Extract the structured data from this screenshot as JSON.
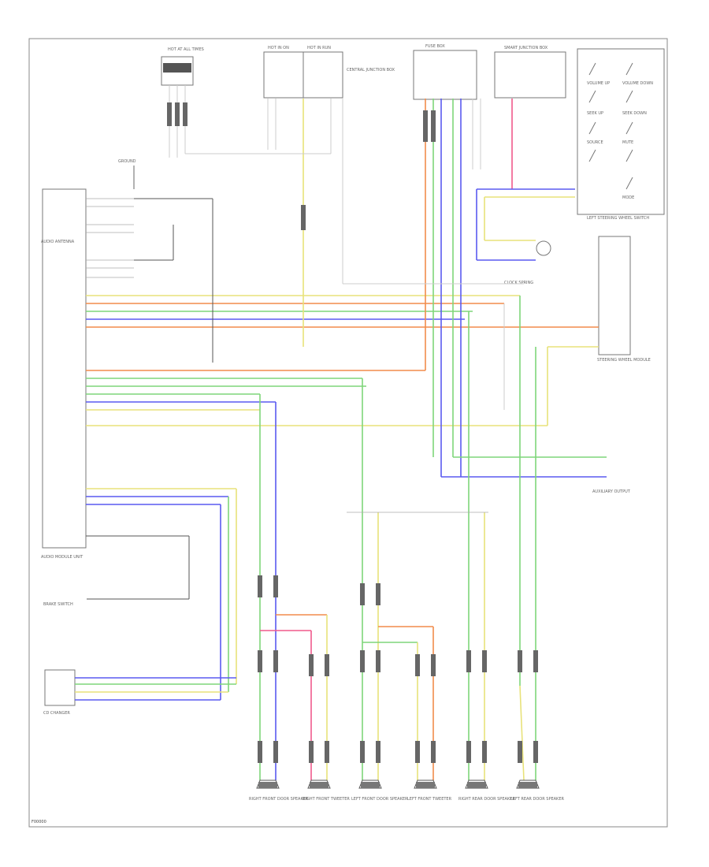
{
  "diagram": {
    "footer_code": "F00000",
    "components": {
      "audio_unit": "AUDIO MODULE UNIT",
      "audio_antenna": "AUDIO ANTENNA",
      "steering_module": "STEERING WHEEL MODULE",
      "auxiliary": "AUXILIARY OUTPUT",
      "clock_spring": "CLOCK SPRING",
      "switch_module": "LEFT STEERING WHEEL SWITCH",
      "brake_sensor": "BRAKE SWITCH",
      "cd_player": "CD CHANGER",
      "ground": "GROUND"
    },
    "top_connectors": [
      "HOT AT ALL TIMES",
      "HOT IN ON",
      "HOT IN RUN",
      "FUSE BOX",
      "CENTRAL JUNCTION BOX",
      "SMART JUNCTION BOX"
    ],
    "speakers": [
      {
        "label": "RIGHT FRONT DOOR SPEAKER"
      },
      {
        "label": "RIGHT FRONT TWEETER"
      },
      {
        "label": "LEFT FRONT DOOR SPEAKER"
      },
      {
        "label": "LEFT FRONT TWEETER"
      },
      {
        "label": "RIGHT REAR DOOR SPEAKER"
      },
      {
        "label": "LEFT REAR DOOR SPEAKER"
      }
    ],
    "switch_labels": [
      "VOLUME UP",
      "VOLUME DOWN",
      "SEEK UP",
      "SEEK DOWN",
      "SOURCE",
      "MUTE",
      "MODE"
    ],
    "wire_colors": {
      "orange": "#f28c4b",
      "yellow": "#e8e27a",
      "green": "#7fd67a",
      "blue": "#5a5af0",
      "pink": "#f05a8c",
      "violet": "#b58ad6",
      "gray": "#cccccc",
      "dark": "#555555"
    }
  }
}
